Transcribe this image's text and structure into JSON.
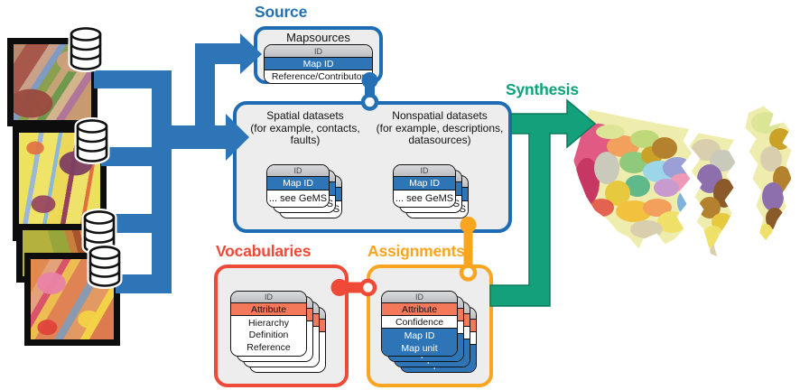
{
  "titles": {
    "source": "Source",
    "synthesis": "Synthesis",
    "vocabularies": "Vocabularies",
    "assignments": "Assignments"
  },
  "source_box": {
    "heading": "Mapsources"
  },
  "datasets_box": {
    "spatial_caption_lines": [
      "Spatial datasets",
      "(for example, contacts,",
      "faults)"
    ],
    "nonspatial_caption_lines": [
      "Nonspatial datasets",
      "(for example, descriptions,",
      "datasources)"
    ]
  },
  "cards": {
    "mapsources": {
      "id": "ID",
      "map_id": "Map ID",
      "reference": "Reference/Contributor"
    },
    "gems": {
      "id": "ID",
      "map_id": "Map ID",
      "see_gems": "... see GeMS"
    },
    "vocabulary": {
      "id": "ID",
      "attribute": "Attribute",
      "lines": [
        "Hierarchy",
        "Definition",
        "Reference"
      ]
    },
    "assignment": {
      "id": "ID",
      "attribute": "Attribute",
      "confidence": "Confidence",
      "map_lines": [
        "Map ID",
        "Map unit"
      ]
    }
  },
  "icons": {
    "database": "database-icon",
    "flow_arrows": "blue-flow-arrows",
    "synthesis_arrow": "synthesis-arrow-icon"
  },
  "colors": {
    "source_blue": "#2470B4",
    "arrow_blue": "#2E75B8",
    "vocab_red": "#EF4937",
    "assign_orange": "#F9A51F",
    "synthesis_green": "#0DA27D",
    "row_blue": "#2E75B8",
    "row_salmon": "#F4795B",
    "row_gray": "#C9CACC",
    "panel_fill": "#EDEDEE"
  }
}
